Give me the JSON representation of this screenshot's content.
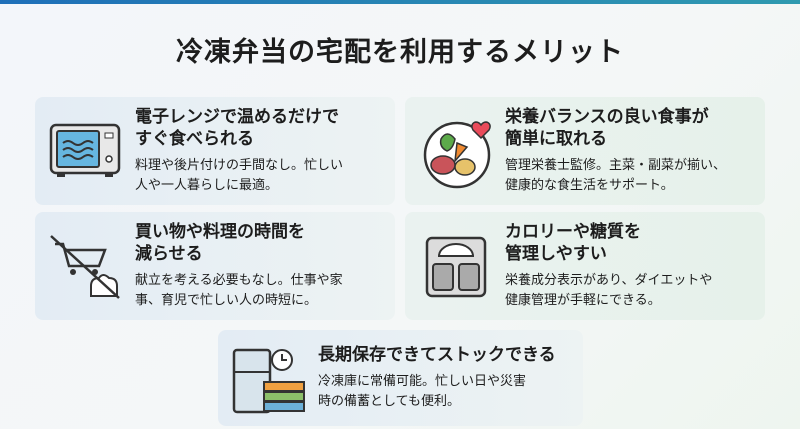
{
  "title": "冷凍弁当の宅配を利用するメリット",
  "cards": [
    {
      "heading": "電子レンジで温めるだけで\nすぐ食べられる",
      "desc": "料理や後片付けの手間なし。忙しい\n人や一人暮らしに最適。",
      "icon": "microwave-icon"
    },
    {
      "heading": "栄養バランスの良い食事が\n簡単に取れる",
      "desc": "管理栄養士監修。主菜・副菜が揃い、\n健康的な食生活をサポート。",
      "icon": "balanced-plate-icon"
    },
    {
      "heading": "買い物や料理の時間を\n減らせる",
      "desc": "献立を考える必要もなし。仕事や家\n事、育児で忙しい人の時短に。",
      "icon": "no-shopping-cooking-icon"
    },
    {
      "heading": "カロリーや糖質を\n管理しやすい",
      "desc": "栄養成分表示があり、ダイエットや\n健康管理が手軽にできる。",
      "icon": "scale-icon"
    },
    {
      "heading": "長期保存できてストックできる",
      "desc": "冷凍庫に常備可能。忙しい日や災害\n時の備蓄としても便利。",
      "icon": "freezer-stock-icon"
    }
  ]
}
